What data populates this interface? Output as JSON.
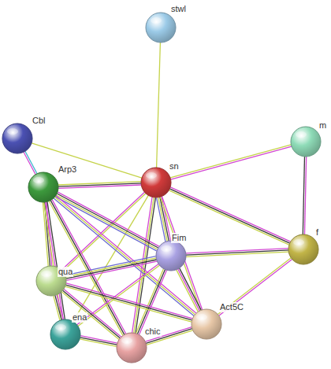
{
  "diagram": {
    "nodes": [
      {
        "text": [
          "stwl"
        ]
      },
      {
        "text": [
          "Cbl"
        ]
      },
      {
        "text": [
          "m"
        ]
      },
      {
        "text": [
          "sn"
        ]
      },
      {
        "text": [
          "Arp3"
        ]
      },
      {
        "text": [
          "f"
        ]
      },
      {
        "text": [
          "Fim"
        ]
      },
      {
        "text": [
          "qua"
        ]
      },
      {
        "text": [
          "Act5C"
        ]
      },
      {
        "text": [
          "ena"
        ]
      },
      {
        "text": [
          "chic"
        ]
      }
    ],
    "edges": [
      {
        "from": 0,
        "to": 3,
        "arrow": "none"
      },
      {
        "from": 1,
        "to": 3,
        "arrow": "none"
      },
      {
        "from": 1,
        "to": 4,
        "arrow": "none"
      },
      {
        "from": 2,
        "to": 3,
        "arrow": "none"
      },
      {
        "from": 2,
        "to": 5,
        "arrow": "none"
      },
      {
        "from": 3,
        "to": 4,
        "arrow": "none"
      },
      {
        "from": 3,
        "to": 5,
        "arrow": "none"
      },
      {
        "from": 3,
        "to": 6,
        "arrow": "none"
      },
      {
        "from": 3,
        "to": 7,
        "arrow": "none"
      },
      {
        "from": 3,
        "to": 9,
        "arrow": "none"
      },
      {
        "from": 3,
        "to": 10,
        "arrow": "none"
      },
      {
        "from": 3,
        "to": 8,
        "arrow": "none"
      },
      {
        "from": 4,
        "to": 6,
        "arrow": "none"
      },
      {
        "from": 4,
        "to": 7,
        "arrow": "none"
      },
      {
        "from": 4,
        "to": 9,
        "arrow": "none"
      },
      {
        "from": 4,
        "to": 10,
        "arrow": "none"
      },
      {
        "from": 4,
        "to": 8,
        "arrow": "none"
      },
      {
        "from": 6,
        "to": 5,
        "arrow": "none"
      },
      {
        "from": 6,
        "to": 7,
        "arrow": "none"
      },
      {
        "from": 6,
        "to": 9,
        "arrow": "none"
      },
      {
        "from": 6,
        "to": 10,
        "arrow": "none"
      },
      {
        "from": 6,
        "to": 8,
        "arrow": "none"
      },
      {
        "from": 5,
        "to": 8,
        "arrow": "none"
      },
      {
        "from": 7,
        "to": 9,
        "arrow": "none"
      },
      {
        "from": 7,
        "to": 10,
        "arrow": "none"
      },
      {
        "from": 7,
        "to": 8,
        "arrow": "none"
      },
      {
        "from": 9,
        "to": 10,
        "arrow": "none"
      },
      {
        "from": 10,
        "to": 8,
        "arrow": "none"
      }
    ]
  }
}
